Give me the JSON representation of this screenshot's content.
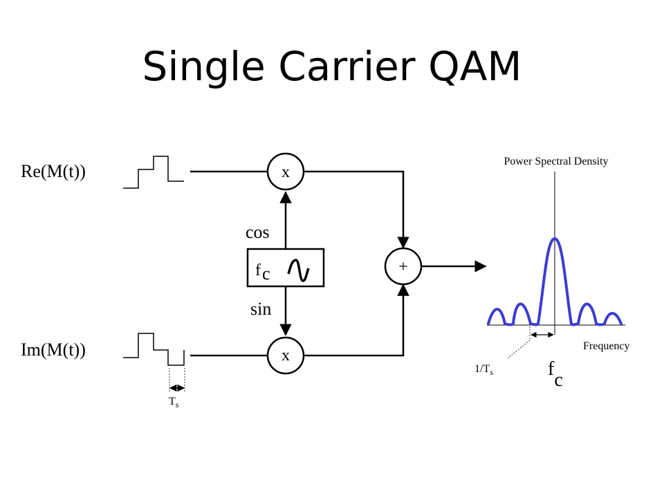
{
  "slide": {
    "title": "Single Carrier QAM"
  },
  "diagram": {
    "re_input_label": "Re(M(t))",
    "im_input_label": "Im(M(t))",
    "multiplier_top_label": "x",
    "multiplier_bottom_label": "x",
    "adder_label": "+",
    "cos_label": "cos",
    "sin_label": "sin",
    "oscillator_f": "f",
    "oscillator_c": "c",
    "ts_main": "T",
    "ts_sub": "s"
  },
  "spectrum": {
    "title": "Power Spectral Density",
    "x_axis_label": "Frequency",
    "bandwidth_main": "1/T",
    "bandwidth_sub": "s",
    "fc_f": "f",
    "fc_c": "c",
    "line_color": "#3b3bd4"
  }
}
